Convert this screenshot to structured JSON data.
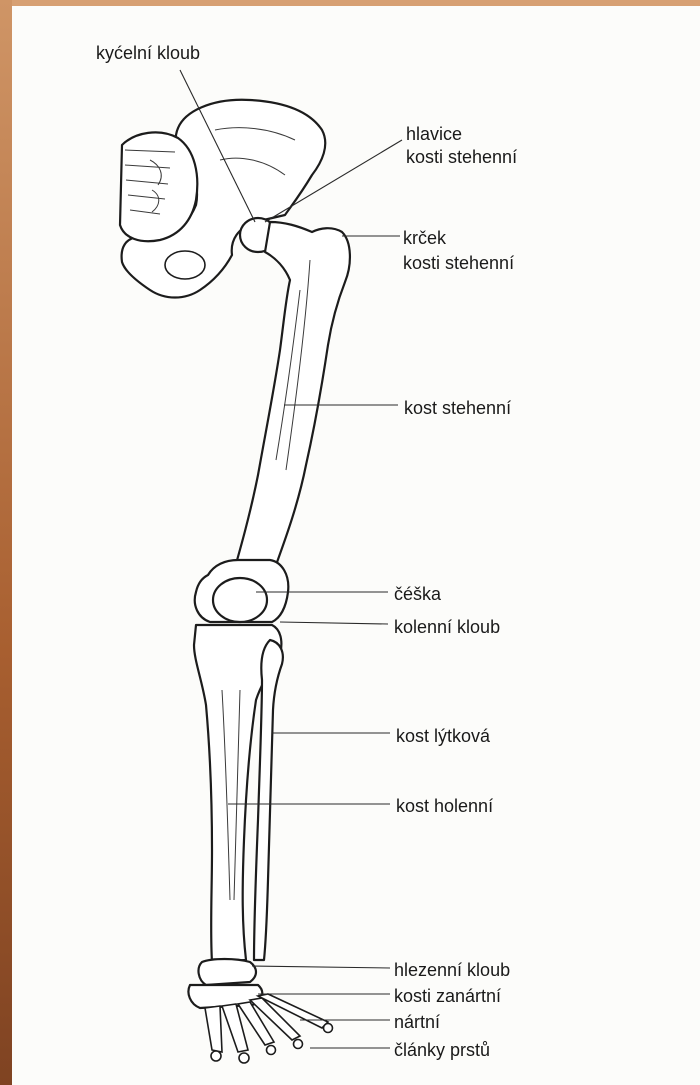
{
  "labels": {
    "hip_joint": "kyćelní kloub",
    "femoral_head_1": "hlavice",
    "femoral_head_2": "kosti stehenní",
    "femoral_neck_1": "krček",
    "femoral_neck_2": "kosti stehenní",
    "femur": "kost stehenní",
    "patella": "čéška",
    "knee_joint": "kolenní kloub",
    "fibula": "kost lýtková",
    "tibia": "kost holenní",
    "ankle_joint": "hlezenní kloub",
    "tarsals": "kosti zanártní",
    "metatarsals": "nártní",
    "phalanges": "články prstů"
  }
}
